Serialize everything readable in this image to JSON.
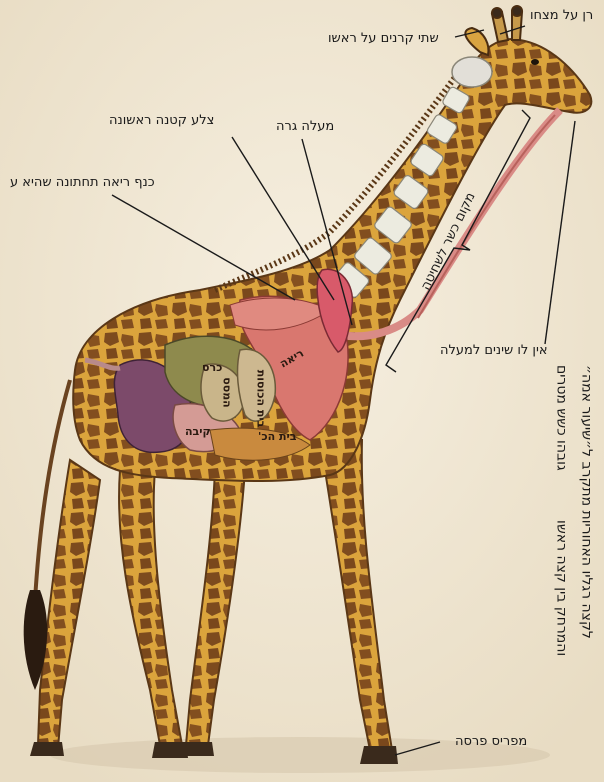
{
  "labels": {
    "horn_tip": "רן על מצחו",
    "two_horns": "שתי קרנים על ראשו",
    "first_small_rib": "צלע קטנה ראשונה",
    "chews_cud": "מעלה גרה",
    "lower_lung_wing": "כנף ריאה תחתונה שהיא ע",
    "kosher_slaughter": "מקום כשר לשחיטה",
    "no_upper_teeth": "אין לו שינים למעלה",
    "split_hoof": "מפריס פרסה"
  },
  "organs": {
    "lung": "ריאה",
    "rumen": "כרס",
    "reticulum": "בית הכוסות",
    "omasum": "המסס",
    "abomasum": "קיבה",
    "liver": "בית הכ'"
  },
  "side_text": {
    "height_line1": "גובהו כשש מטרים",
    "height_line1b": "והמרחק בין קצה ראשו",
    "height_line2": "לקצה רגליו האחוריות מתקרב ל״שיעור אמה״"
  },
  "colors": {
    "background": "#f4ecdc",
    "giraffe_base": "#d9a441",
    "spots": "#7a4a1f",
    "lung": "#d9776f",
    "rumen": "#8e8a4d",
    "stomach": "#b88a8a",
    "intestine": "#7c4a6a",
    "bone": "#ecebe0"
  }
}
